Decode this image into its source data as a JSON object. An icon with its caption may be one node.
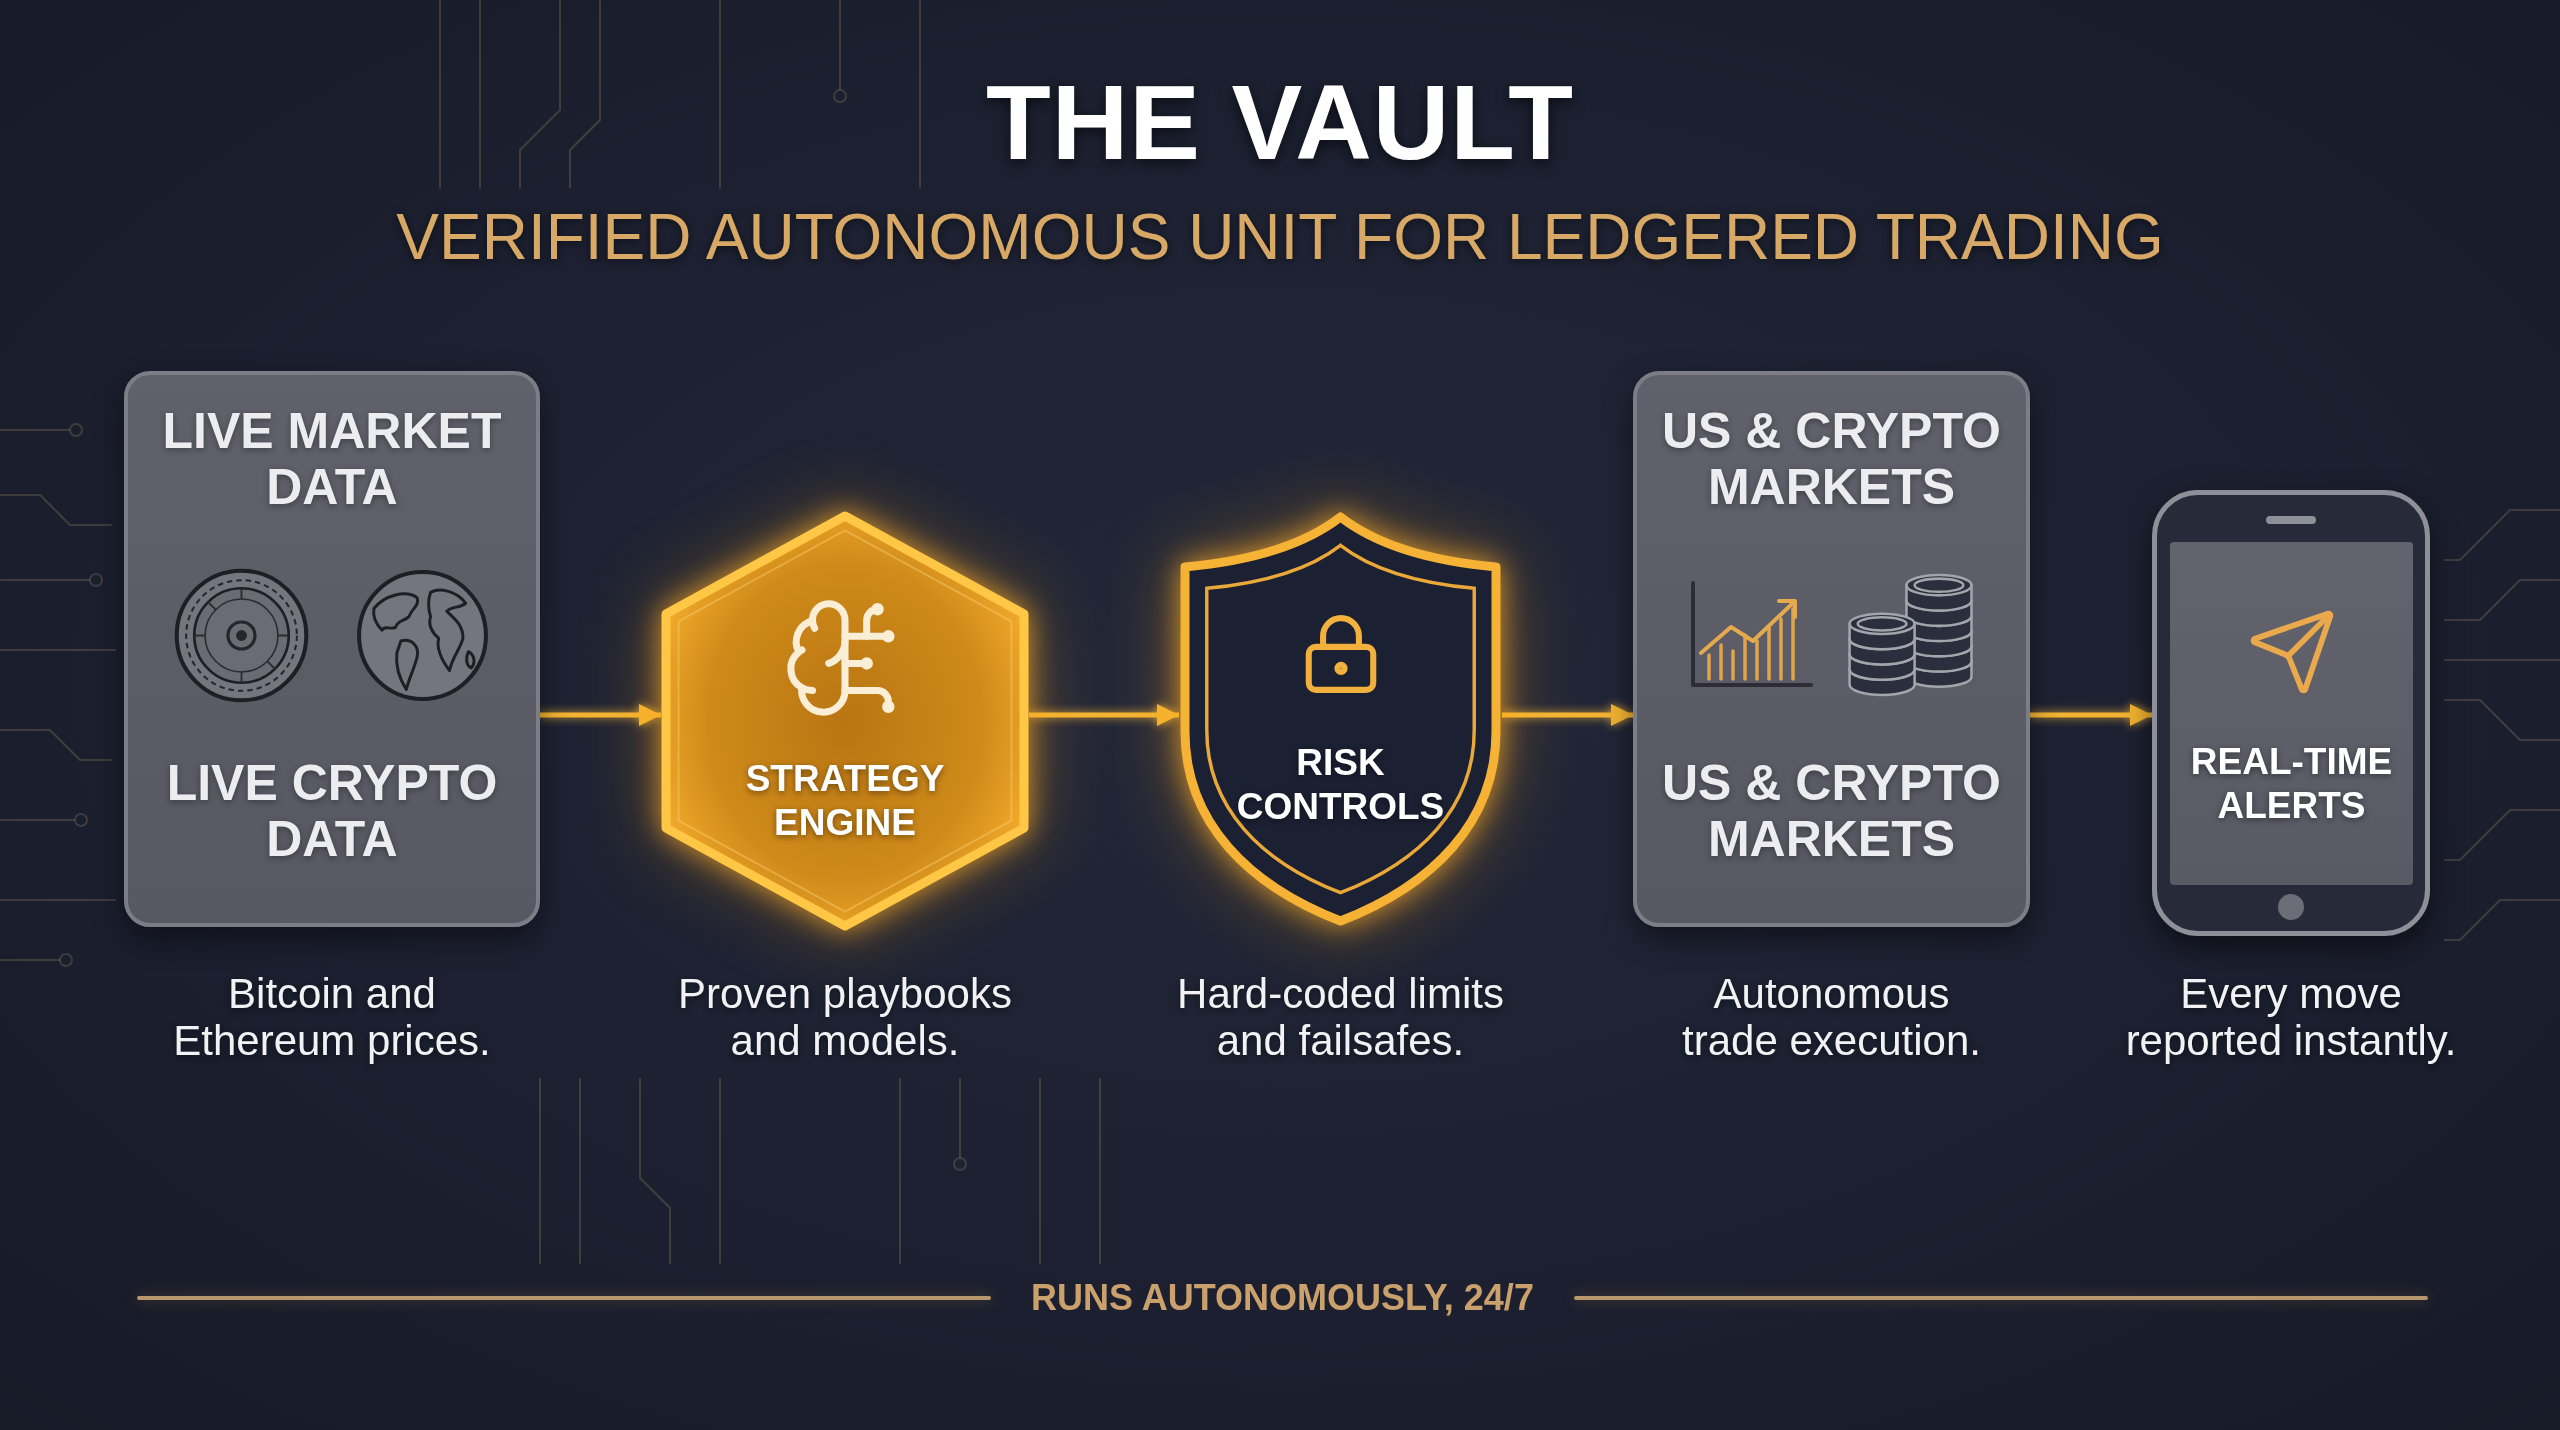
{
  "diagram": {
    "title": "THE VAULT",
    "nodes": [
      {
        "text": [
          "LIVE MARKET DATA",
          "LIVE CRYPTO DATA"
        ],
        "beside": [
          "Bitcoin and Ethereum prices."
        ]
      },
      {
        "text": [
          "STRATEGY ENGINE"
        ],
        "beside": [
          "Proven playbooks and models."
        ]
      },
      {
        "text": [
          "RISK CONTROLS"
        ],
        "beside": [
          "Hard-coded limits and failsafes."
        ]
      },
      {
        "text": [
          "US & CRYPTO MARKETS",
          "US & CRYPTO MARKETS"
        ],
        "beside": [
          "Autonomous trade execution."
        ]
      },
      {
        "text": [
          "REAL-TIME ALERTS"
        ],
        "beside": [
          "Every move reported instantly."
        ]
      }
    ],
    "edges": [
      {
        "from": 0,
        "to": 1,
        "arrow": "to"
      },
      {
        "from": 1,
        "to": 2,
        "arrow": "to"
      },
      {
        "from": 2,
        "to": 3,
        "arrow": "to"
      },
      {
        "from": 3,
        "to": 4,
        "arrow": "to"
      }
    ],
    "labels": [
      "VERIFIED AUTONOMOUS UNIT FOR LEDGERED TRADING",
      "RUNS AUTONOMOUSLY, 24/7"
    ]
  }
}
